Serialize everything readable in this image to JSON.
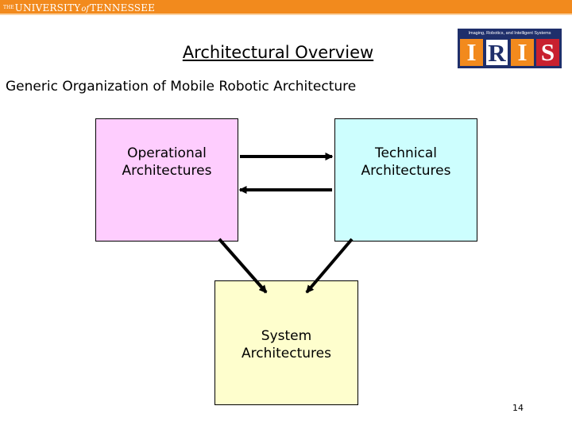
{
  "header": {
    "logo_the": "THE",
    "logo_university": "UNIVERSITY",
    "logo_of": "of",
    "logo_tennessee": "TENNESSEE",
    "band_color": "#f28a1d"
  },
  "iris_logo": {
    "tagline": "Imaging, Robotics, and Intelligent Systems",
    "letters": [
      "I",
      "R",
      "I",
      "S"
    ]
  },
  "slide": {
    "title": "Architectural Overview",
    "subtitle": "Generic Organization of Mobile Robotic Architecture",
    "page_number": "14"
  },
  "diagram": {
    "operational": "Operational\nArchitectures",
    "technical": "Technical\nArchitectures",
    "system": "System\nArchitectures",
    "colors": {
      "operational": "#fecdfe",
      "technical": "#cdfefe",
      "system": "#fefecd"
    }
  }
}
